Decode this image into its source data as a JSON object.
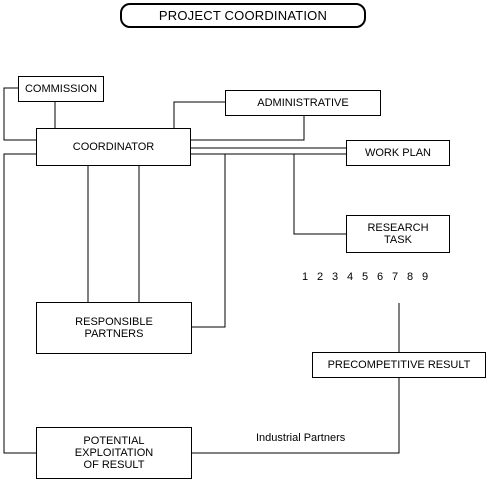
{
  "title": "PROJECT COORDINATION",
  "nodes": {
    "commission": "COMMISSION",
    "administrative": "ADMINISTRATIVE",
    "coordinator": "COORDINATOR",
    "work_plan": "WORK PLAN",
    "research_task": "RESEARCH\nTASK",
    "responsible_partners": "RESPONSIBLE\nPARTNERS",
    "precompetitive_result": "PRECOMPETITIVE RESULT",
    "potential_exploitation": "POTENTIAL\nEXPLOITATION\nOF RESULT"
  },
  "task_numbers": [
    "1",
    "2",
    "3",
    "4",
    "5",
    "6",
    "7",
    "8",
    "9"
  ],
  "edge_labels": {
    "industrial_partners": "Industrial Partners"
  }
}
